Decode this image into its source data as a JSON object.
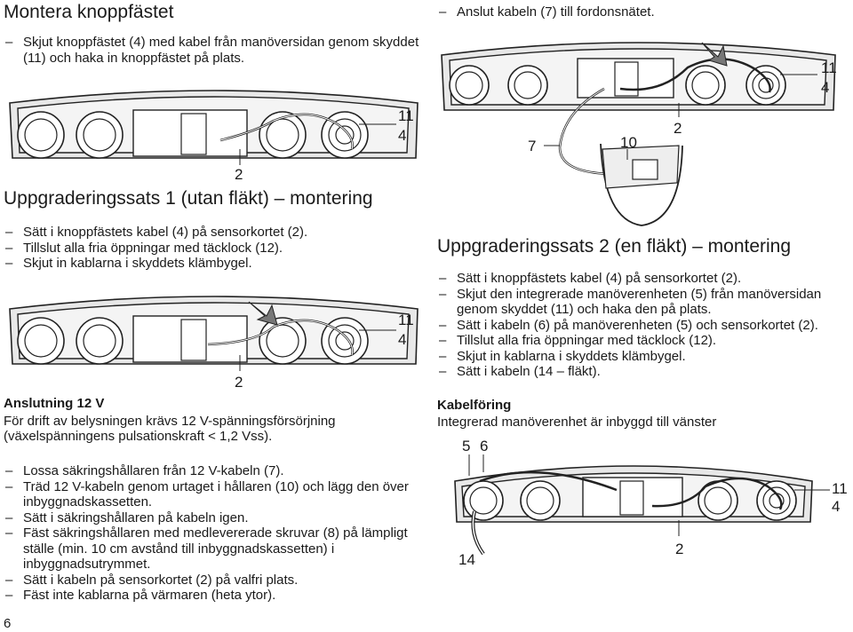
{
  "left": {
    "title": "Montera knoppfästet",
    "intro_items": [
      "Skjut knoppfästet (4) med kabel från manöversidan genom skyddet (11) och haka in knoppfästet på plats."
    ],
    "fig1": {
      "labels": {
        "a": "11",
        "b": "4",
        "c": "2"
      }
    },
    "section1_title": "Uppgraderingssats 1 (utan fläkt) – montering",
    "section1_items": [
      "Sätt i knoppfästets kabel (4) på sensorkortet (2).",
      "Tillslut alla fria öppningar med täcklock (12).",
      "Skjut in kablarna i skyddets klämbygel."
    ],
    "fig2": {
      "labels": {
        "a": "11",
        "b": "4",
        "c": "2"
      }
    },
    "conn_title": "Anslutning 12 V",
    "conn_text": "För drift av belysningen krävs 12 V-spänningsförsörjning (växelspänningens pulsationskraft < 1,2 Vss).",
    "conn_items": [
      "Lossa säkringshållaren från 12 V-kabeln (7).",
      "Träd 12 V-kabeln genom urtaget i hållaren (10) och lägg den över inbyggnadskassetten.",
      "Sätt i säkringshållaren på kabeln igen.",
      "Fäst säkringshållaren med medlevererade skruvar (8) på lämpligt ställe (min. 10 cm avstånd till inbyggnadskassetten) i inbyggnadsutrymmet.",
      "Sätt i kabeln på sensorkortet (2) på valfri plats.",
      "Fäst inte kablarna på värmaren (heta ytor)."
    ],
    "page_number": "6"
  },
  "right": {
    "top_items": [
      "Anslut kabeln (7) till fordonsnätet."
    ],
    "fig3": {
      "labels": {
        "a": "11",
        "b": "4",
        "c": "7",
        "d": "10",
        "e": "2"
      }
    },
    "section2_title": "Uppgraderingssats 2 (en fläkt) – montering",
    "section2_items": [
      "Sätt i knoppfästets kabel (4) på sensorkortet (2).",
      "Skjut den integrerade manöverenheten (5) från manöversidan genom skyddet (11) och haka den på plats.",
      "Sätt i kabeln (6) på manöverenheten (5) och sensorkortet (2).",
      "Tillslut alla fria öppningar med täcklock (12).",
      "Skjut in kablarna i skyddets klämbygel.",
      "Sätt i kabeln (14 – fläkt)."
    ],
    "cable_title": "Kabelföring",
    "cable_text": "Integrerad manöverenhet är inbyggd till vänster",
    "fig4": {
      "labels": {
        "a": "5",
        "b": "6",
        "c": "11",
        "d": "4",
        "e": "14",
        "f": "2"
      }
    }
  }
}
